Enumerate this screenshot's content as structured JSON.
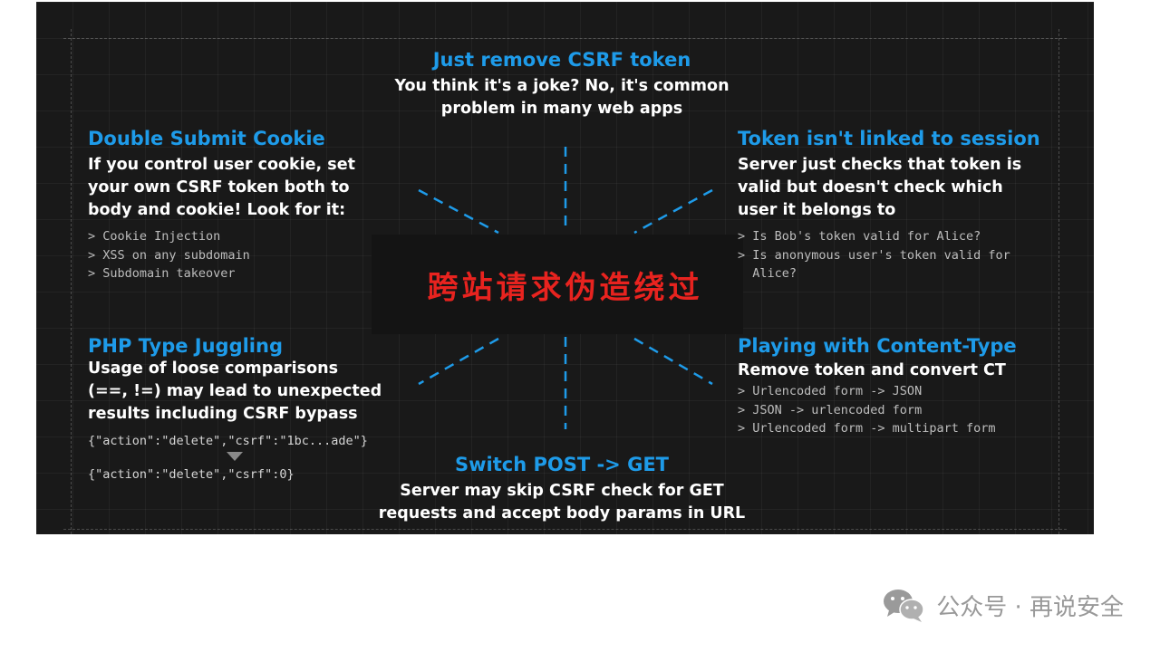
{
  "center_title": "跨站请求伪造绕过",
  "top": {
    "heading": "Just remove CSRF token",
    "desc_lines": [
      "You think it's a joke? No, it's common",
      "problem in many web apps"
    ]
  },
  "double_submit": {
    "heading": "Double Submit Cookie",
    "desc_lines": [
      "If you control user cookie, set",
      "your own CSRF token both to",
      "body and cookie! Look for it:"
    ],
    "items": [
      "> Cookie Injection",
      "> XSS on any subdomain",
      "> Subdomain takeover"
    ]
  },
  "session": {
    "heading": "Token isn't linked to session",
    "desc_lines": [
      "Server just checks that token is",
      "valid but doesn't check which",
      "user it belongs to"
    ],
    "items": [
      "> Is Bob's token valid for Alice?",
      "> Is anonymous user's token valid for",
      "  Alice?"
    ]
  },
  "php": {
    "heading": "PHP Type Juggling",
    "desc_lines": [
      "Usage of loose comparisons",
      "(==, !=) may lead to unexpected",
      "results including CSRF bypass"
    ],
    "code_before": "{\"action\":\"delete\",\"csrf\":\"1bc...ade\"}",
    "code_after": "{\"action\":\"delete\",\"csrf\":0}"
  },
  "content_type": {
    "heading": "Playing with Content-Type",
    "desc_lines": [
      "Remove token and convert CT"
    ],
    "items": [
      "> Urlencoded form -> JSON",
      "> JSON -> urlencoded form",
      "> Urlencoded form -> multipart form"
    ]
  },
  "bottom": {
    "heading": "Switch POST -> GET",
    "desc_lines": [
      "Server may skip CSRF check for GET",
      "requests and accept body params in URL"
    ]
  },
  "watermark": {
    "text": "公众号 · 再说安全",
    "icon": "wechat-icon"
  },
  "colors": {
    "background": "#191919",
    "heading": "#1e9be9",
    "description": "#ffffff",
    "list": "#bdbdbd",
    "center_title": "#e8231f",
    "dashes": "#1e9be9",
    "watermark": "#999999"
  }
}
